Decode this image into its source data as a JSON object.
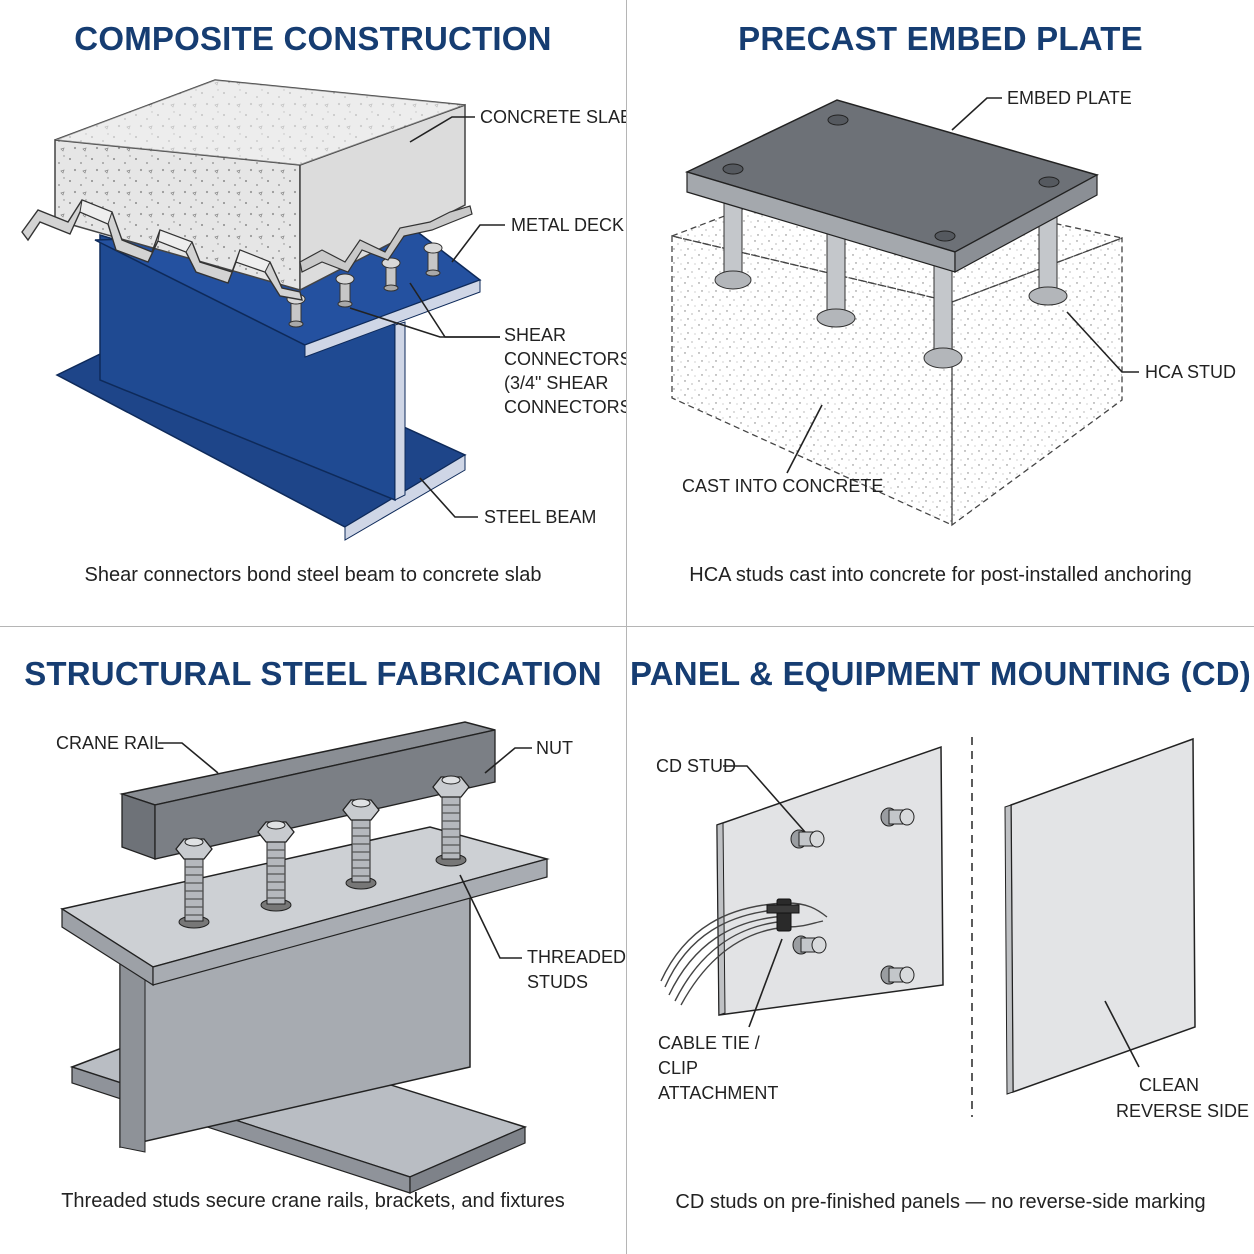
{
  "composite": {
    "title": "COMPOSITE CONSTRUCTION",
    "labels": {
      "concrete_slab": "CONCRETE SLAB",
      "metal_deck": "METAL DECK",
      "shear_1": "SHEAR",
      "shear_2": "CONNECTORS",
      "shear_3": "(3/4\" SHEAR",
      "shear_4": "CONNECTORS)",
      "steel_beam": "STEEL BEAM"
    },
    "caption": "Shear connectors bond steel beam to concrete slab"
  },
  "precast": {
    "title": "PRECAST EMBED PLATE",
    "labels": {
      "embed_plate": "EMBED PLATE",
      "hca_stud": "HCA STUD",
      "cast_into_concrete": "CAST INTO CONCRETE"
    },
    "caption": "HCA studs cast into concrete for post-installed anchoring"
  },
  "fabrication": {
    "title": "STRUCTURAL STEEL FABRICATION",
    "labels": {
      "crane_rail": "CRANE RAIL",
      "nut": "NUT",
      "threaded_1": "THREADED",
      "threaded_2": "STUDS"
    },
    "caption": "Threaded studs secure crane rails, brackets, and fixtures"
  },
  "panel": {
    "title": "PANEL & EQUIPMENT MOUNTING (CD)",
    "labels": {
      "cd_stud": "CD STUD",
      "cable_1": "CABLE TIE /",
      "cable_2": "CLIP",
      "cable_3": "ATTACHMENT",
      "clean_1": "CLEAN",
      "clean_2": "REVERSE SIDE"
    },
    "caption": "CD studs on pre-finished panels — no reverse-side marking"
  },
  "colors": {
    "title": "#163d72",
    "steel_blue": "#1e4589",
    "steel_gray": "#9ea3aa",
    "concrete": "#e4e4e4"
  }
}
